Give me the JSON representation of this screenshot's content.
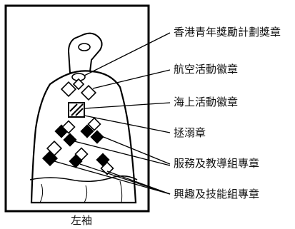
{
  "labels": [
    {
      "id": "hk-award",
      "text": "香港青年獎勵計劃獎章"
    },
    {
      "id": "aviation",
      "text": "航空活動徽章"
    },
    {
      "id": "marine",
      "text": "海上活動徽章"
    },
    {
      "id": "life-saving",
      "text": "拯溺章"
    },
    {
      "id": "service",
      "text": "服務及教導組專章"
    },
    {
      "id": "interest",
      "text": "興趣及技能組專章"
    }
  ],
  "caption": "左袖"
}
